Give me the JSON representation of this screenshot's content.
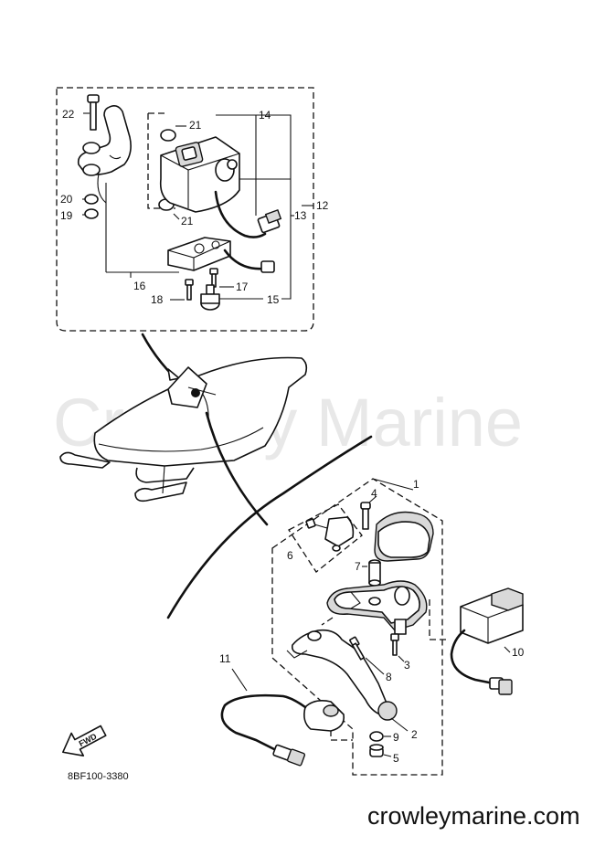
{
  "watermark": "Crowley Marine",
  "site_footer": "crowleymarine.com",
  "diagram_code": "8BF100-3380",
  "fwd_label": "FWD",
  "callouts": {
    "c1": "1",
    "c2": "2",
    "c3": "3",
    "c4": "4",
    "c5": "5",
    "c6": "6",
    "c7": "7",
    "c8": "8",
    "c9": "9",
    "c10": "10",
    "c11": "11",
    "c12": "12",
    "c13": "13",
    "c14": "14",
    "c15": "15",
    "c16": "16",
    "c17": "17",
    "c18": "18",
    "c19": "19",
    "c20": "20",
    "c21a": "21",
    "c21b": "21",
    "c22": "22"
  }
}
